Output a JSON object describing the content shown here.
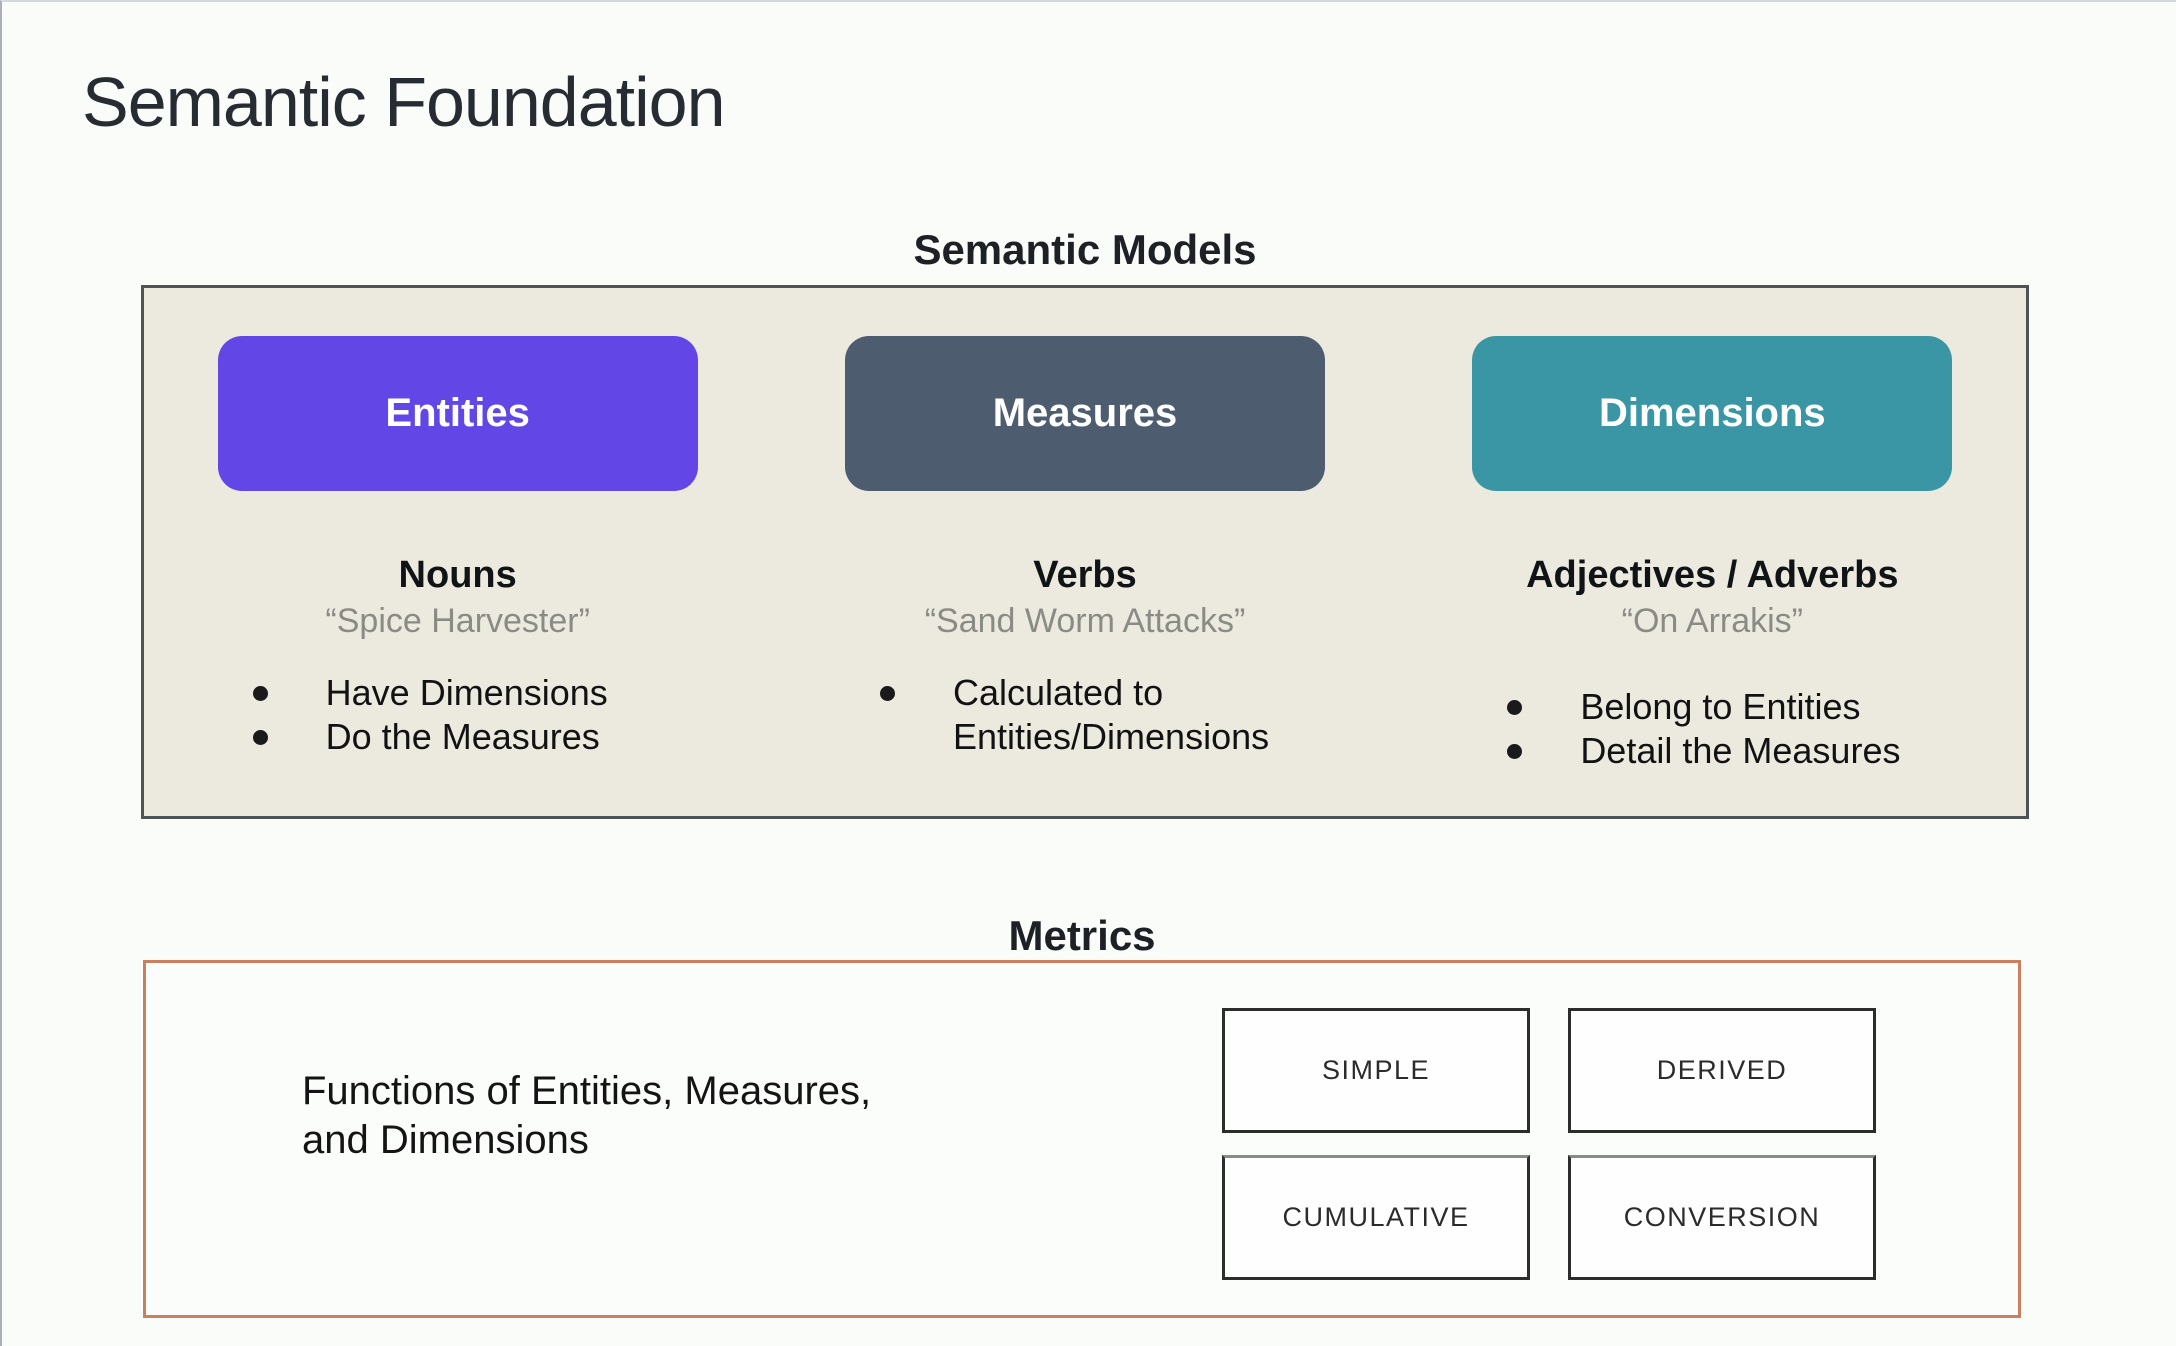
{
  "slide": {
    "title": "Semantic Foundation"
  },
  "semantic_models": {
    "heading": "Semantic Models",
    "columns": [
      {
        "button_label": "Entities",
        "button_color": "#6347e6",
        "word_type": "Nouns",
        "example": "“Spice Harvester”",
        "bullets": [
          "Have Dimensions",
          "Do the Measures"
        ]
      },
      {
        "button_label": "Measures",
        "button_color": "#4e5c70",
        "word_type": "Verbs",
        "example": "“Sand Worm Attacks”",
        "bullets": [
          "Calculated to Entities/Dimensions"
        ]
      },
      {
        "button_label": "Dimensions",
        "button_color": "#3a96a5",
        "word_type": "Adjectives / Adverbs",
        "example": "“On Arrakis”",
        "bullets": [
          "Belong to Entities",
          "Detail the Measures"
        ]
      }
    ]
  },
  "metrics": {
    "heading": "Metrics",
    "description": "Functions of Entities, Measures,\nand Dimensions",
    "types": [
      "SIMPLE",
      "DERIVED",
      "CUMULATIVE",
      "CONVERSION"
    ]
  },
  "colors": {
    "semantic_panel_fill": "#eceadf",
    "semantic_panel_border": "#4e5356",
    "entities_accent": "#6347e6",
    "measures_accent": "#4e5c70",
    "dimensions_accent": "#3a96a5",
    "metrics_panel_border": "#c9805f"
  }
}
